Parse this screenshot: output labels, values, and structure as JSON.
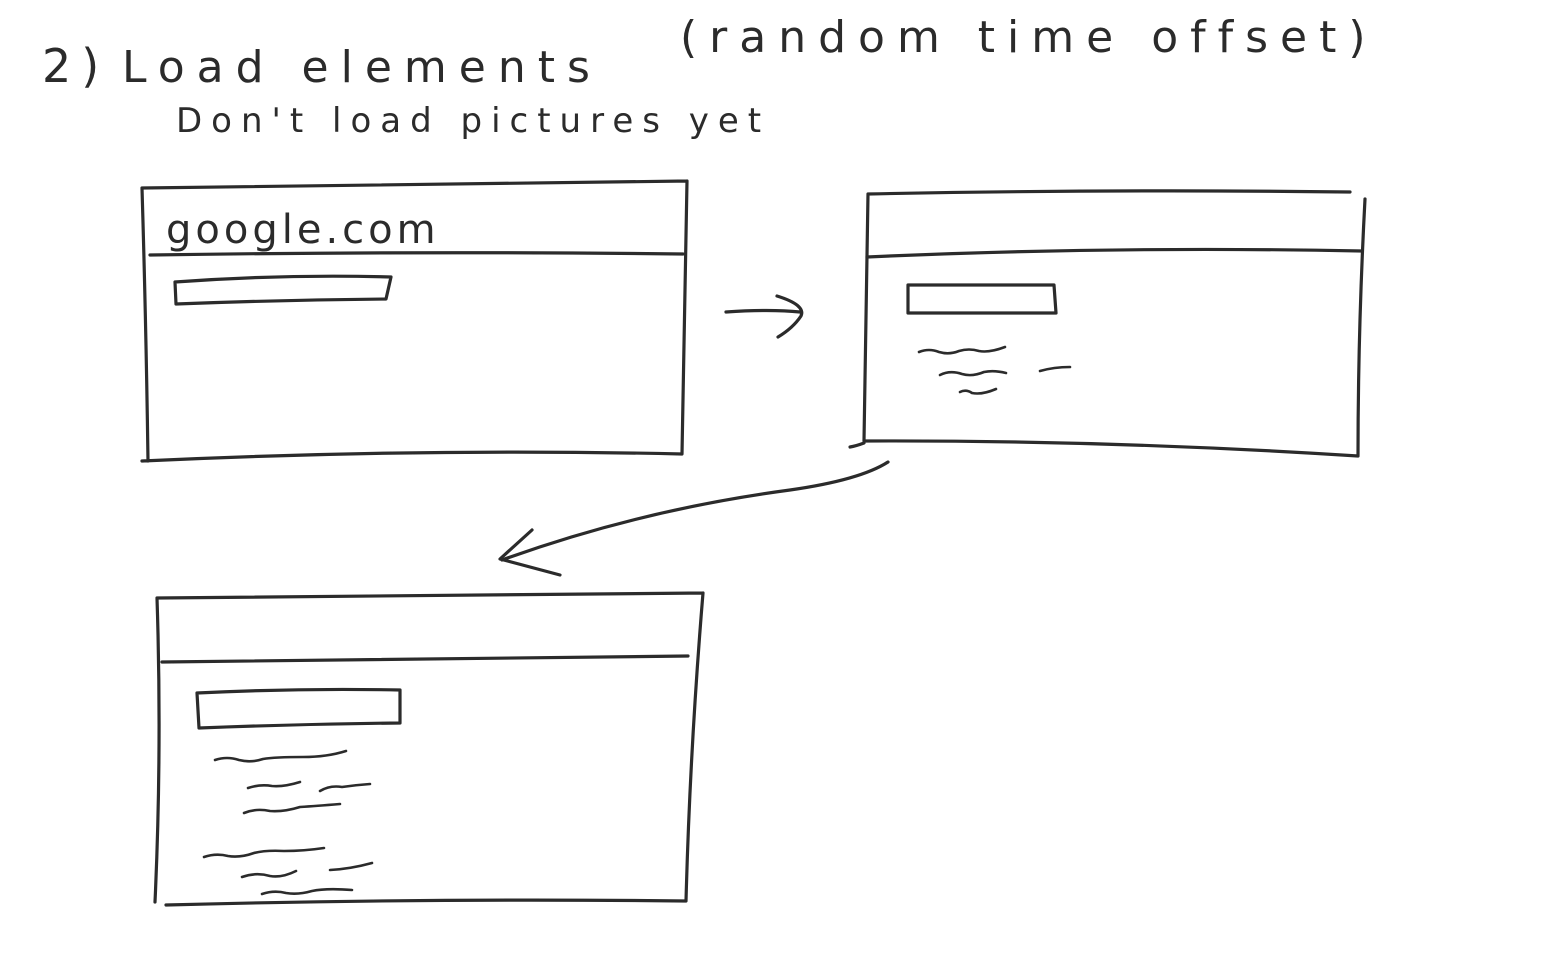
{
  "heading": {
    "step_number": "2)",
    "title": "Load elements",
    "title_note": "(random time offset)",
    "subtitle": "Don't load pictures yet"
  },
  "frames": [
    {
      "id": "frame-1",
      "address_text": "google.com",
      "stage": "search box only"
    },
    {
      "id": "frame-2",
      "address_text": "",
      "stage": "search box and first text lines"
    },
    {
      "id": "frame-3",
      "address_text": "",
      "stage": "search box and all text lines"
    }
  ],
  "colors": {
    "ink": "#2b2b2b",
    "paper": "#ffffff"
  },
  "icons": {
    "arrow_1_to_2": "arrow-right-icon",
    "arrow_2_to_3": "arrow-curved-down-left-icon"
  }
}
